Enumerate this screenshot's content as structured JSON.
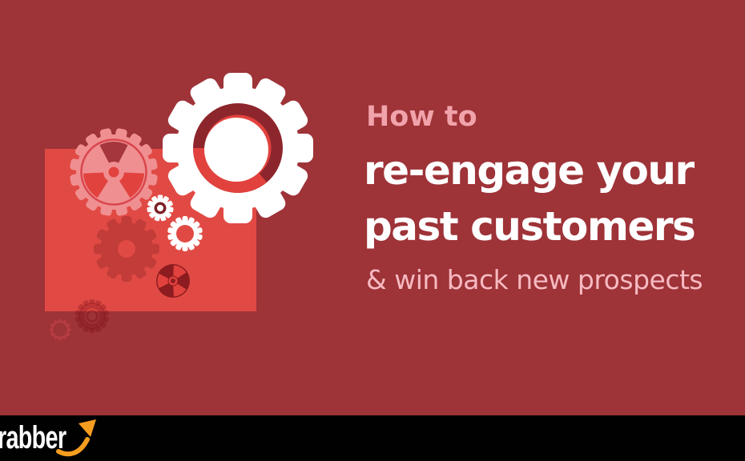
{
  "hero": {
    "kicker": "How to",
    "title_line1": "re-engage your",
    "title_line2": "past customers",
    "subtitle": "& win back new prospects"
  },
  "footer": {
    "logo_text": "rabber"
  },
  "artwork": {
    "icons": [
      "gear-icon",
      "radiation-icon",
      "arrow-up-icon"
    ],
    "colors": {
      "background": "#9e3338",
      "panel": "#e14a44",
      "big_gear": "#ffffff",
      "donut_dark": "#8d262c",
      "accent_red": "#e2423e",
      "pink_gear": "#f08f91",
      "pink_gear_ring": "#d8474d",
      "dark_gear": "#c23c39",
      "dark_radiation_circle": "#8c1c1f",
      "small_gear_ring": "#7d2127",
      "kicker_text": "#f1a3ab",
      "subtitle_text": "#f7bac1",
      "footer_bar": "#010101",
      "logo_text": "#ffffff",
      "arrow": "#f59d1f"
    }
  }
}
